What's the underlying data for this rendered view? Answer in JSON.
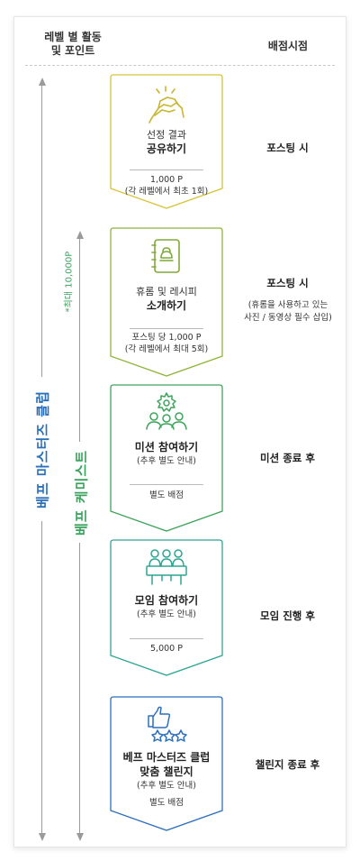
{
  "header": {
    "left_line1": "레벨 별 활동",
    "left_line2": "및 포인트",
    "right": "배점시점"
  },
  "side_labels": {
    "master_club": "베프 마스터즈 클럽",
    "camist": "베프 케미스트",
    "camist_note": "*최대 10,000P"
  },
  "colors": {
    "yellow": "#d6c43a",
    "olive": "#8fb53b",
    "green": "#3ea45a",
    "teal": "#2fa593",
    "blue": "#2c6fbd",
    "arrow": "#9a9a9a"
  },
  "cards": [
    {
      "icon": "handshake-icon",
      "line1": "선정 결과",
      "line2": "공유하기",
      "point_line1": "1,000 P",
      "point_line2": "(각 레벨에서 최초 1회)",
      "timing": "포스팅 시",
      "timing_sub1": "",
      "timing_sub2": ""
    },
    {
      "icon": "recipe-book-icon",
      "line1": "휴롬 및 레시피",
      "line2": "소개하기",
      "point_line1": "포스팅 당 1,000 P",
      "point_line2": "(각 레벨에서 최대 5회)",
      "timing": "포스팅 시",
      "timing_sub1": "(휴롬을 사용하고 있는",
      "timing_sub2": "사진 / 동영상 필수 삽입)"
    },
    {
      "icon": "mission-team-icon",
      "line1": "미션 참여하기",
      "line2": "",
      "sub": "(추후 별도 안내)",
      "point_line1": "별도 배점",
      "timing": "미션 종료 후"
    },
    {
      "icon": "meeting-group-icon",
      "line1": "모임 참여하기",
      "line2": "",
      "sub": "(추후 별도 안내)",
      "point_line1": "5,000 P",
      "timing": "모임 진행 후"
    },
    {
      "icon": "thumbs-up-stars-icon",
      "line1": "베프 마스터즈 클럽",
      "line2": "맞춤 챌린지",
      "sub": "(추후 별도 안내)",
      "point_line1": "별도 배점",
      "timing": "챌린지 종료 후"
    }
  ]
}
